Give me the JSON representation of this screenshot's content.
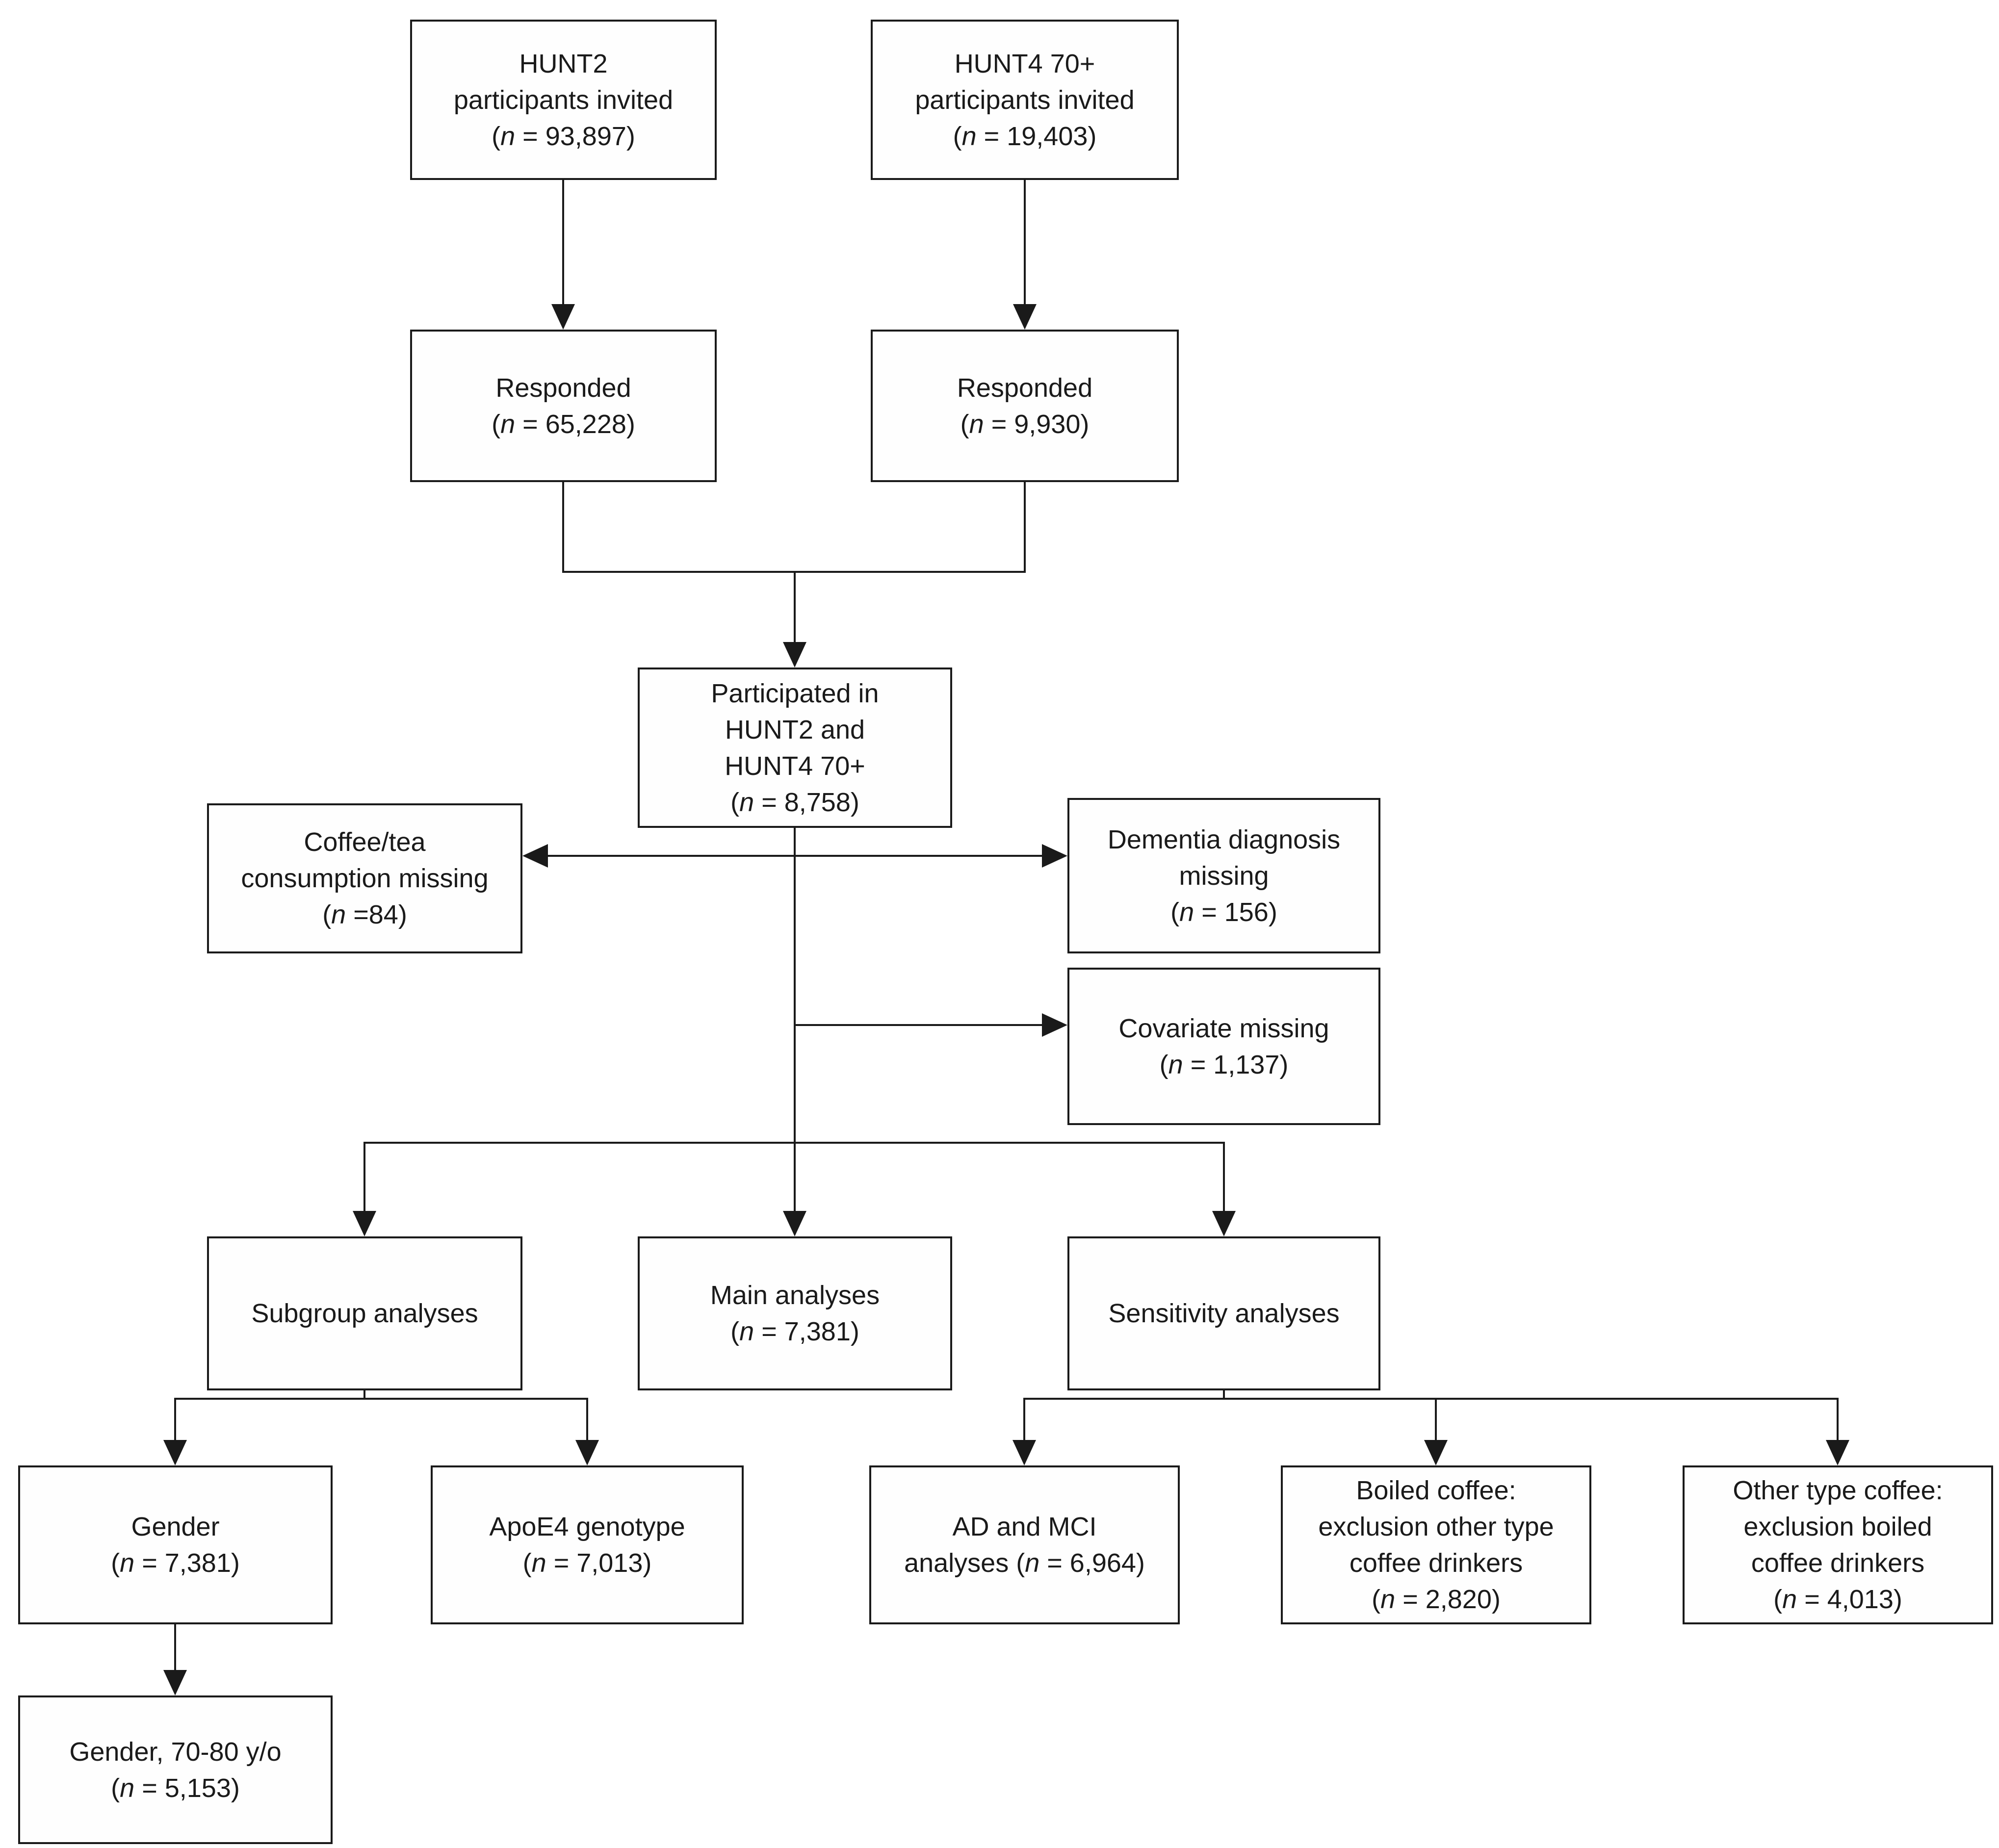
{
  "colors": {
    "line": "#1a1a1a",
    "text": "#1a1a1a",
    "background": "#ffffff"
  },
  "nodes": {
    "hunt2_invited": {
      "lines": [
        "HUNT2",
        "participants invited"
      ],
      "n_open": "(",
      "n_char": "n",
      "n_rest": " = 93,897)"
    },
    "hunt4_invited": {
      "lines": [
        "HUNT4 70+",
        "participants invited"
      ],
      "n_open": "(",
      "n_char": "n",
      "n_rest": " = 19,403)"
    },
    "responded_hunt2": {
      "lines": [
        "Responded"
      ],
      "n_open": "(",
      "n_char": "n",
      "n_rest": " = 65,228)"
    },
    "responded_hunt4": {
      "lines": [
        "Responded"
      ],
      "n_open": "(",
      "n_char": "n",
      "n_rest": " = 9,930)"
    },
    "participated": {
      "lines": [
        "Participated in",
        "HUNT2 and",
        "HUNT4 70+"
      ],
      "n_open": "(",
      "n_char": "n",
      "n_rest": " = 8,758)"
    },
    "coffee_missing": {
      "lines": [
        "Coffee/tea",
        "consumption missing"
      ],
      "n_open": "(",
      "n_char": "n",
      "n_rest": " =84)"
    },
    "dementia_missing": {
      "lines": [
        "Dementia diagnosis",
        "missing"
      ],
      "n_open": "(",
      "n_char": "n",
      "n_rest": " = 156)"
    },
    "covariate_missing": {
      "lines": [
        "Covariate missing"
      ],
      "n_open": "(",
      "n_char": "n",
      "n_rest": " = 1,137)"
    },
    "subgroup": {
      "lines": [
        "Subgroup analyses"
      ]
    },
    "main": {
      "lines": [
        "Main analyses"
      ],
      "n_open": "(",
      "n_char": "n",
      "n_rest": " = 7,381)"
    },
    "sensitivity": {
      "lines": [
        "Sensitivity analyses"
      ]
    },
    "gender": {
      "lines": [
        "Gender"
      ],
      "n_open": "(",
      "n_char": "n",
      "n_rest": " = 7,381)"
    },
    "apoe4": {
      "lines": [
        "ApoE4 genotype"
      ],
      "n_open": "(",
      "n_char": "n",
      "n_rest": " = 7,013)"
    },
    "ad_mci": {
      "lines": [
        "AD and MCI"
      ],
      "n_pre": "analyses ",
      "n_open": "(",
      "n_char": "n",
      "n_rest": " = 6,964)"
    },
    "boiled": {
      "lines": [
        "Boiled coffee:",
        "exclusion other type",
        "coffee drinkers"
      ],
      "n_open": "(",
      "n_char": "n",
      "n_rest": " = 2,820)"
    },
    "other_type": {
      "lines": [
        "Other type coffee:",
        "exclusion boiled",
        "coffee drinkers"
      ],
      "n_open": "(",
      "n_char": "n",
      "n_rest": " = 4,013)"
    },
    "gender_70_80": {
      "lines": [
        "Gender, 70-80 y/o"
      ],
      "n_open": "(",
      "n_char": "n",
      "n_rest": " = 5,153)"
    }
  }
}
